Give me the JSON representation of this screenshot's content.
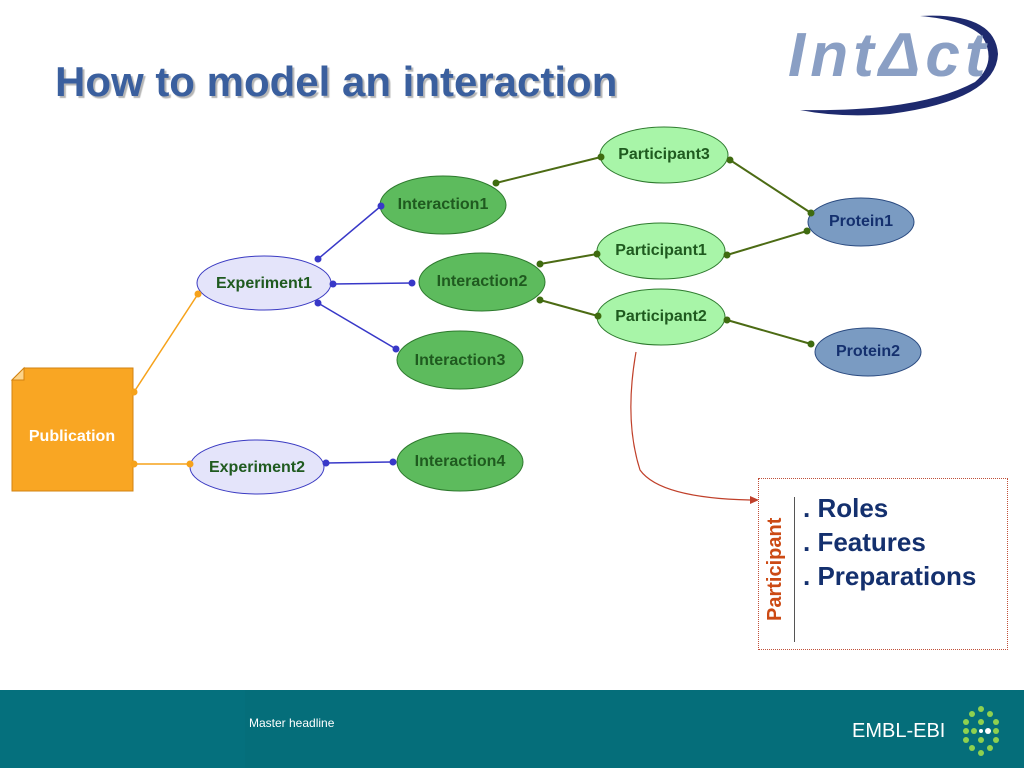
{
  "slide": {
    "title": "How to model an interaction"
  },
  "logo": {
    "text": "IntΔct"
  },
  "diagram": {
    "publication": "Publication",
    "experiments": [
      "Experiment1",
      "Experiment2"
    ],
    "interactions": [
      "Interaction1",
      "Interaction2",
      "Interaction3",
      "Interaction4"
    ],
    "participants": [
      "Participant3",
      "Participant1",
      "Participant2"
    ],
    "proteins": [
      "Protein1",
      "Protein2"
    ]
  },
  "participant_box": {
    "title": "Participant",
    "items": [
      ". Roles",
      ". Features",
      ". Preparations"
    ]
  },
  "footer": {
    "master": "Master headline",
    "brand": "EMBL-EBI"
  },
  "colors": {
    "title": "#3a5f9e",
    "publication": "#f9a623",
    "experiment": "#e4e4fa",
    "interaction": "#5dbb5d",
    "participant": "#a8f5a8",
    "protein": "#7a9bc2",
    "footer": "#056e7a"
  }
}
